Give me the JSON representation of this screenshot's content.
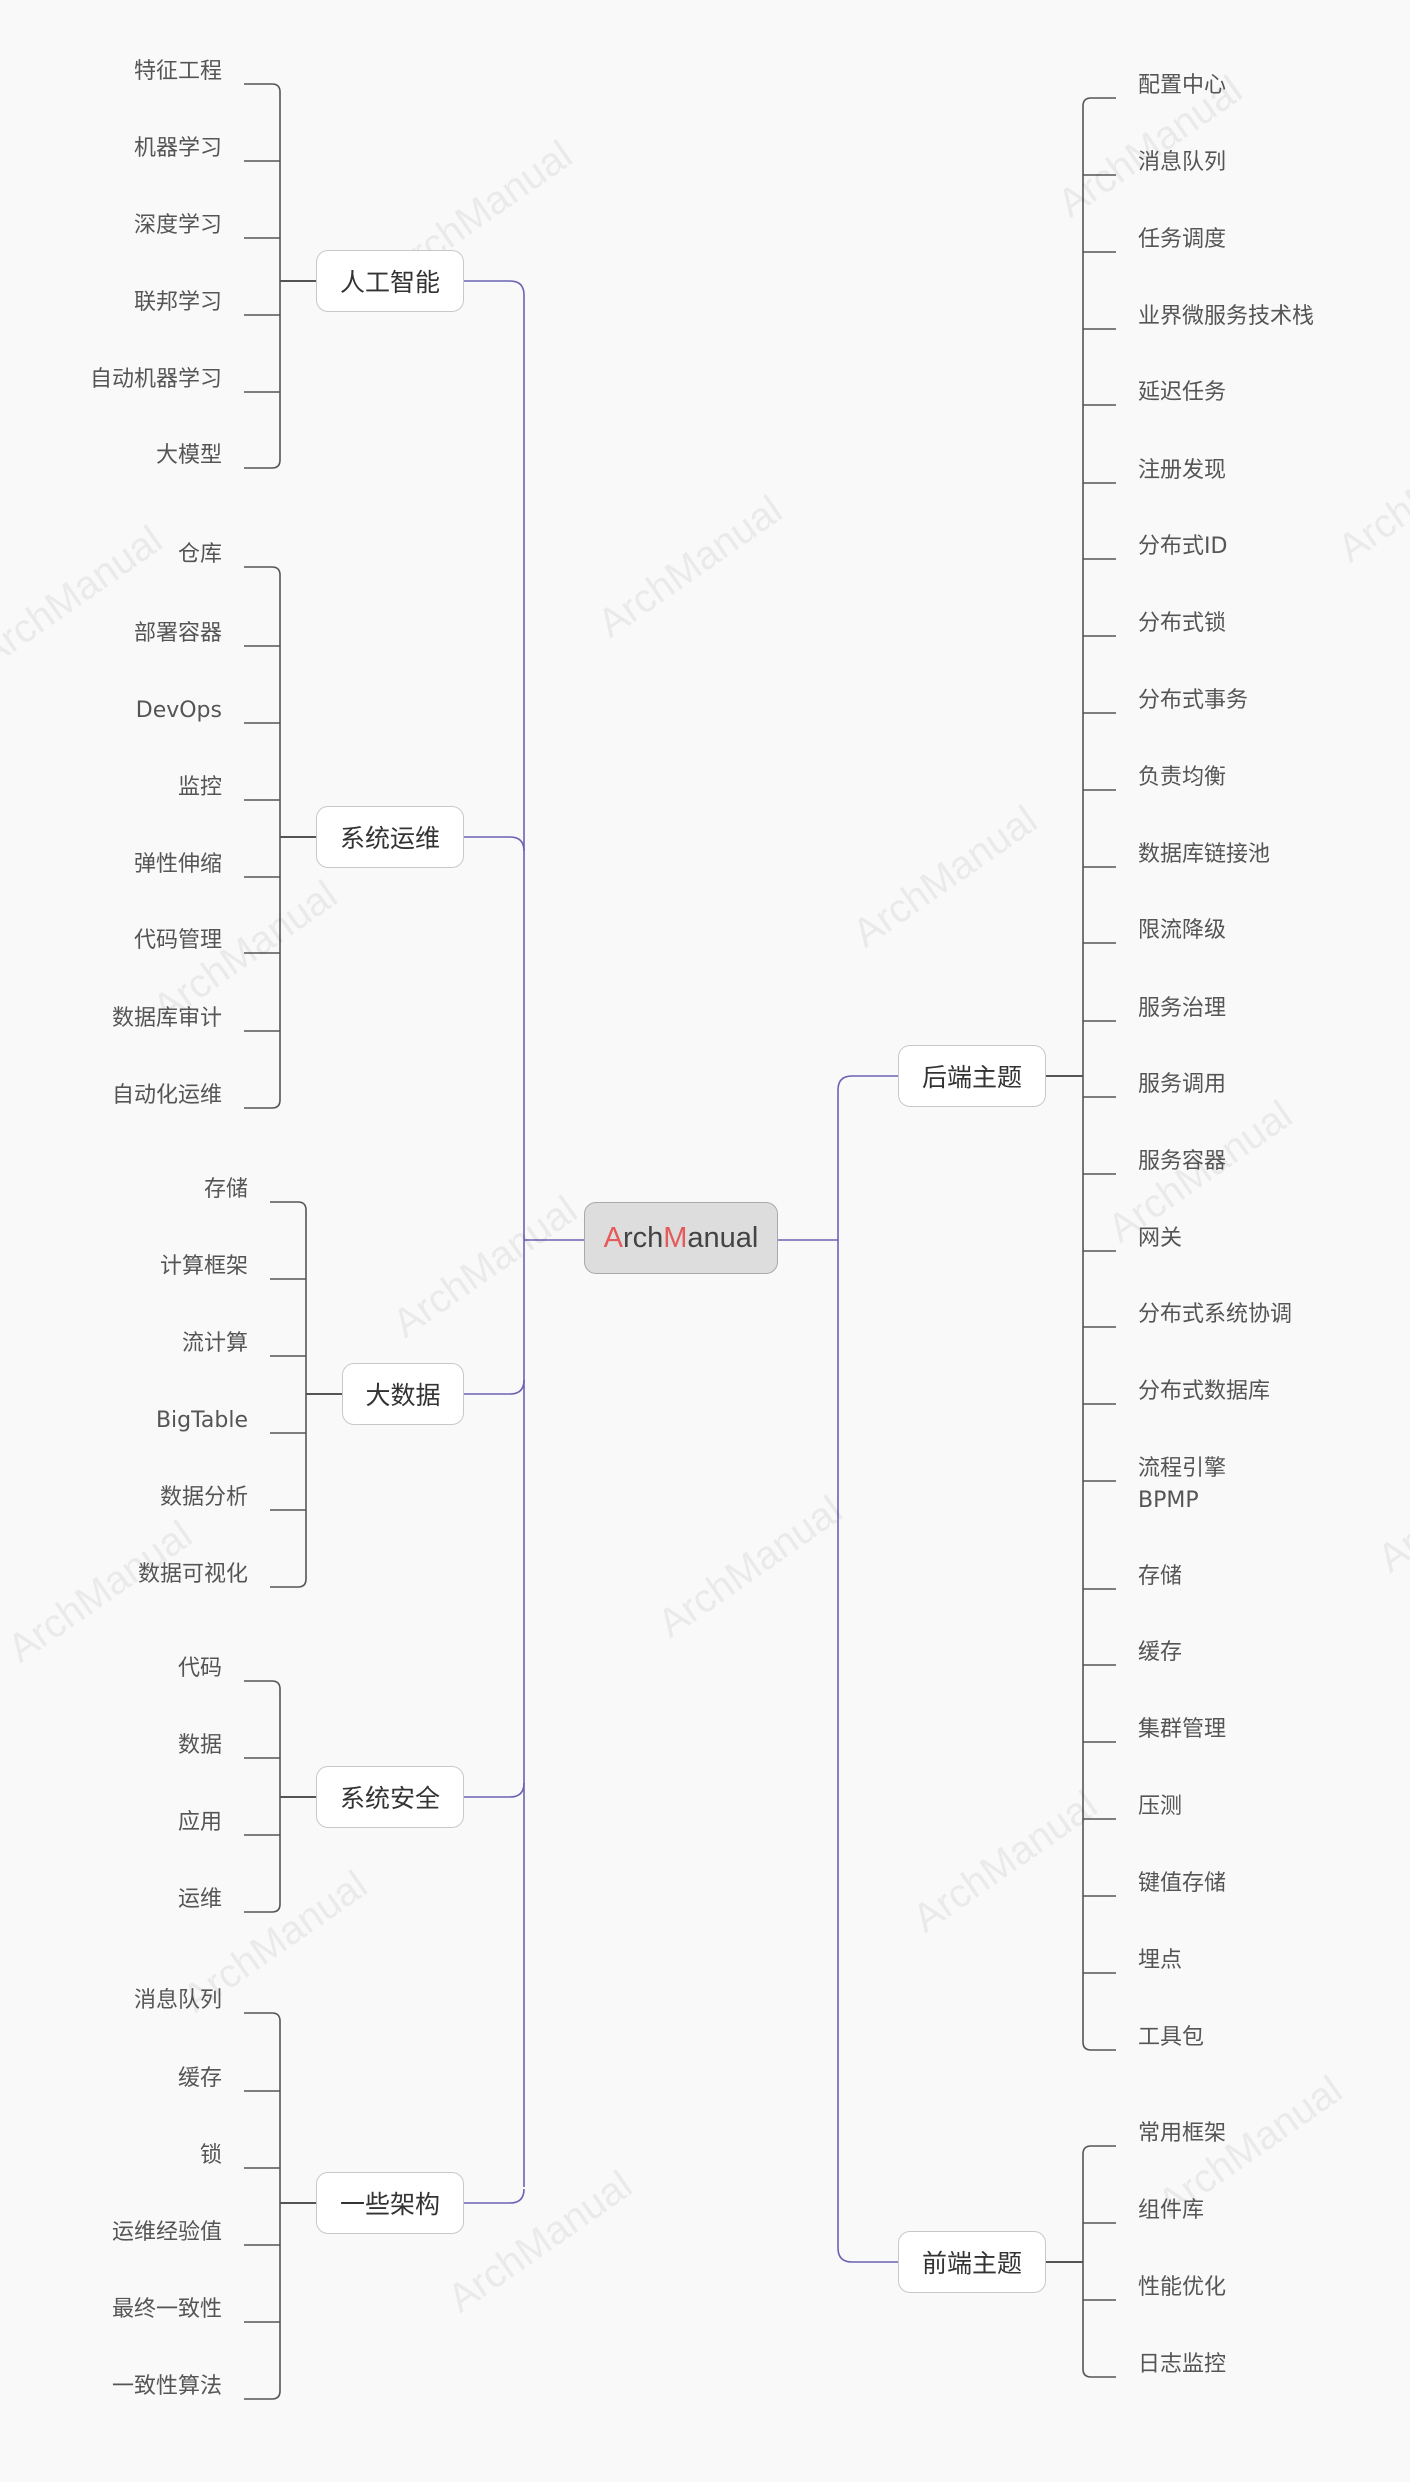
{
  "watermark": "ArchManual",
  "root": {
    "part1": "A",
    "part2": "rch",
    "part3": "M",
    "part4": "anual"
  },
  "colors": {
    "trunk": "#6b62b2",
    "branch": "#555555",
    "accent": "#e55a5a",
    "background": "#f9f9f9"
  },
  "left_branches": [
    {
      "label": "人工智能",
      "children": [
        "特征工程",
        "机器学习",
        "深度学习",
        "联邦学习",
        "自动机器学习",
        "大模型"
      ]
    },
    {
      "label": "系统运维",
      "children": [
        "仓库",
        "部署容器",
        "DevOps",
        "监控",
        "弹性伸缩",
        "代码管理",
        "数据库审计",
        "自动化运维"
      ]
    },
    {
      "label": "大数据",
      "children": [
        "存储",
        "计算框架",
        "流计算",
        "BigTable",
        "数据分析",
        "数据可视化"
      ]
    },
    {
      "label": "系统安全",
      "children": [
        "代码",
        "数据",
        "应用",
        "运维"
      ]
    },
    {
      "label": "一些架构",
      "children": [
        "消息队列",
        "缓存",
        "锁",
        "运维经验值",
        "最终一致性",
        "一致性算法"
      ]
    }
  ],
  "right_branches": [
    {
      "label": "后端主题",
      "children": [
        "配置中心",
        "消息队列",
        "任务调度",
        "业界微服务技术栈",
        "延迟任务",
        "注册发现",
        "分布式ID",
        "分布式锁",
        "分布式事务",
        "负责均衡",
        "数据库链接池",
        "限流降级",
        "服务治理",
        "服务调用",
        "服务容器",
        "网关",
        "分布式系统协调",
        "分布式数据库",
        "流程引擎\nBPMP",
        "存储",
        "缓存",
        "集群管理",
        "压测",
        "键值存储",
        "埋点",
        "工具包"
      ]
    },
    {
      "label": "前端主题",
      "children": [
        "常用框架",
        "组件库",
        "性能优化",
        "日志监控"
      ]
    }
  ]
}
